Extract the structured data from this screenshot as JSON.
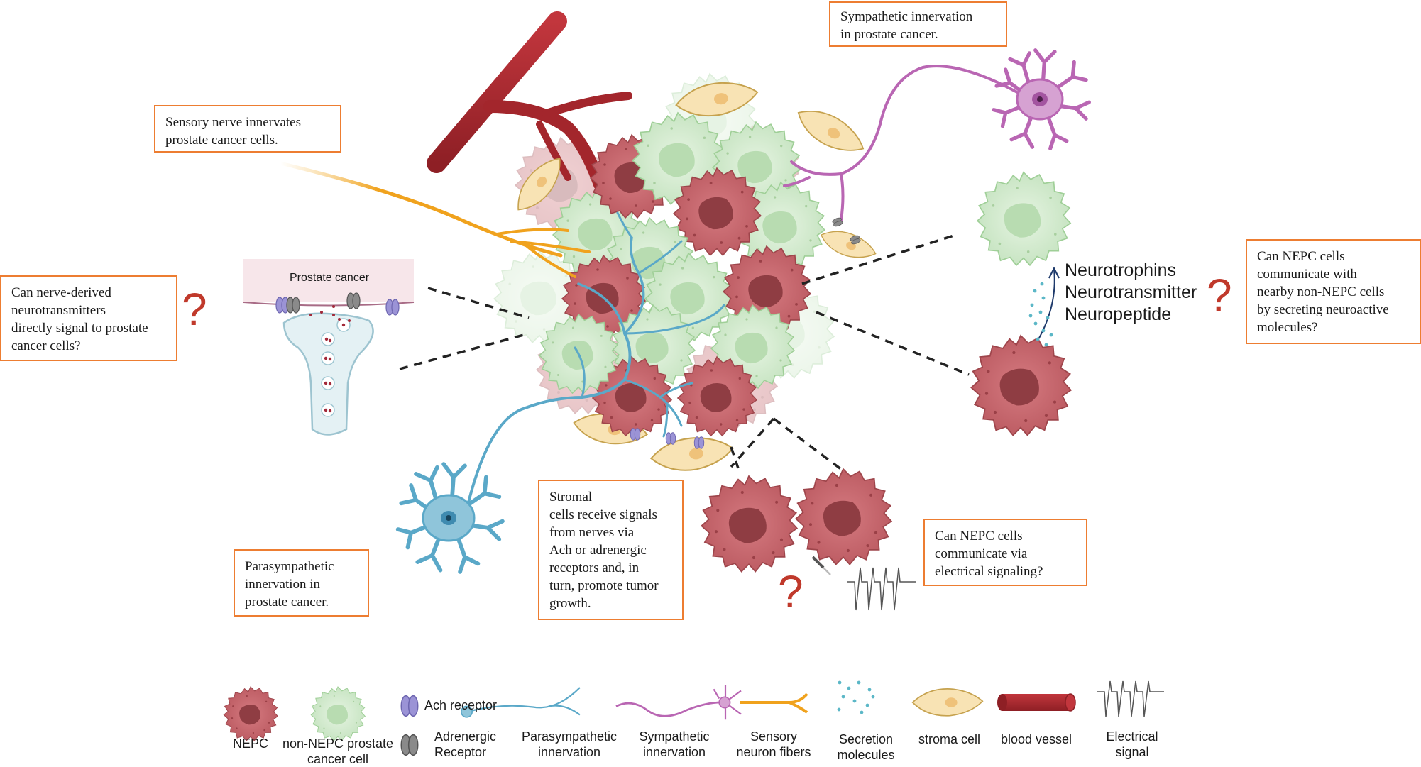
{
  "callouts": {
    "sympathetic": [
      "Sympathetic innervation",
      "in prostate cancer."
    ],
    "sensory": [
      "Sensory nerve innervates",
      "prostate cancer cells."
    ],
    "nerve_question": [
      "Can nerve-derived",
      "neurotransmitters",
      "directly signal to prostate",
      "cancer cells?"
    ],
    "nepc_secrete": [
      "Can NEPC cells",
      "communicate with",
      "nearby non-NEPC cells",
      "by secreting neuroactive",
      "molecules?"
    ],
    "parasympathetic": [
      "Parasympathetic",
      "innervation in",
      "prostate cancer."
    ],
    "stromal": [
      "Stromal",
      "cells receive signals",
      "from nerves via",
      "Ach or adrenergic",
      "receptors and, in",
      "turn, promote tumor",
      "growth."
    ],
    "electrical": [
      "Can NEPC cells",
      "communicate via",
      "electrical signaling?"
    ]
  },
  "synapse_label": "Prostate cancer",
  "neuro_molecules": [
    "Neurotrophins",
    "Neurotransmitter",
    "Neuropeptide"
  ],
  "question_mark": "?",
  "legend": {
    "nepc": [
      "NEPC"
    ],
    "non_nepc": [
      "non-NEPC prostate",
      "cancer cell"
    ],
    "ach_receptor": [
      "Ach receptor"
    ],
    "adrenergic_receptor": [
      "Adrenergic",
      "Receptor"
    ],
    "parasympathetic": [
      "Parasympathetic",
      "innervation"
    ],
    "sympathetic": [
      "Sympathetic",
      "innervation"
    ],
    "sensory": [
      "Sensory",
      "neuron fibers"
    ],
    "secretion": [
      "Secretion",
      "molecules"
    ],
    "stroma": [
      "stroma cell"
    ],
    "blood_vessel": [
      "blood vessel"
    ],
    "electrical": [
      "Electrical",
      "signal"
    ]
  },
  "colors": {
    "nepc": "#c4646b",
    "non_nepc": "#cfe8cc",
    "callout_border": "#ed7d31",
    "question": "#c0392b",
    "parasympathetic_nerve": "#5aa8c8",
    "sympathetic_nerve": "#b966b3",
    "sensory_nerve": "#f0a21d",
    "blood_vessel": "#a3262c",
    "stroma": "#f8e3b4",
    "ach_receptor": "#9b93d6",
    "adrenergic_receptor": "#8a8a8a"
  }
}
